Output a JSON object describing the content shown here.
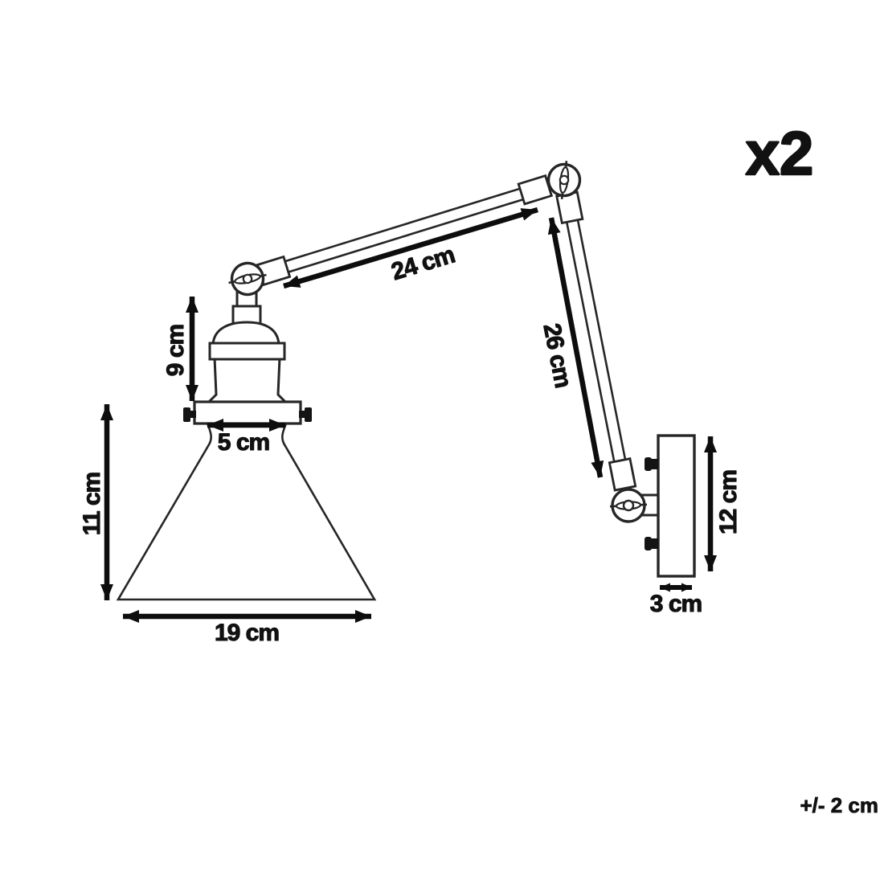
{
  "diagram": {
    "title_hint": "swing-arm wall lamp dimension drawing",
    "quantity": "x2",
    "tolerance": "+/- 2 cm",
    "dims": {
      "upper_arm": "24 cm",
      "lower_arm": "26 cm",
      "socket_height": "9 cm",
      "fitter_width": "5 cm",
      "shade_height": "11 cm",
      "shade_width": "19 cm",
      "plate_height": "12 cm",
      "plate_depth": "3 cm"
    },
    "colors": {
      "line": "#262626",
      "dimension": "#0d0d0d",
      "text": "#111111",
      "background": "#ffffff"
    }
  }
}
